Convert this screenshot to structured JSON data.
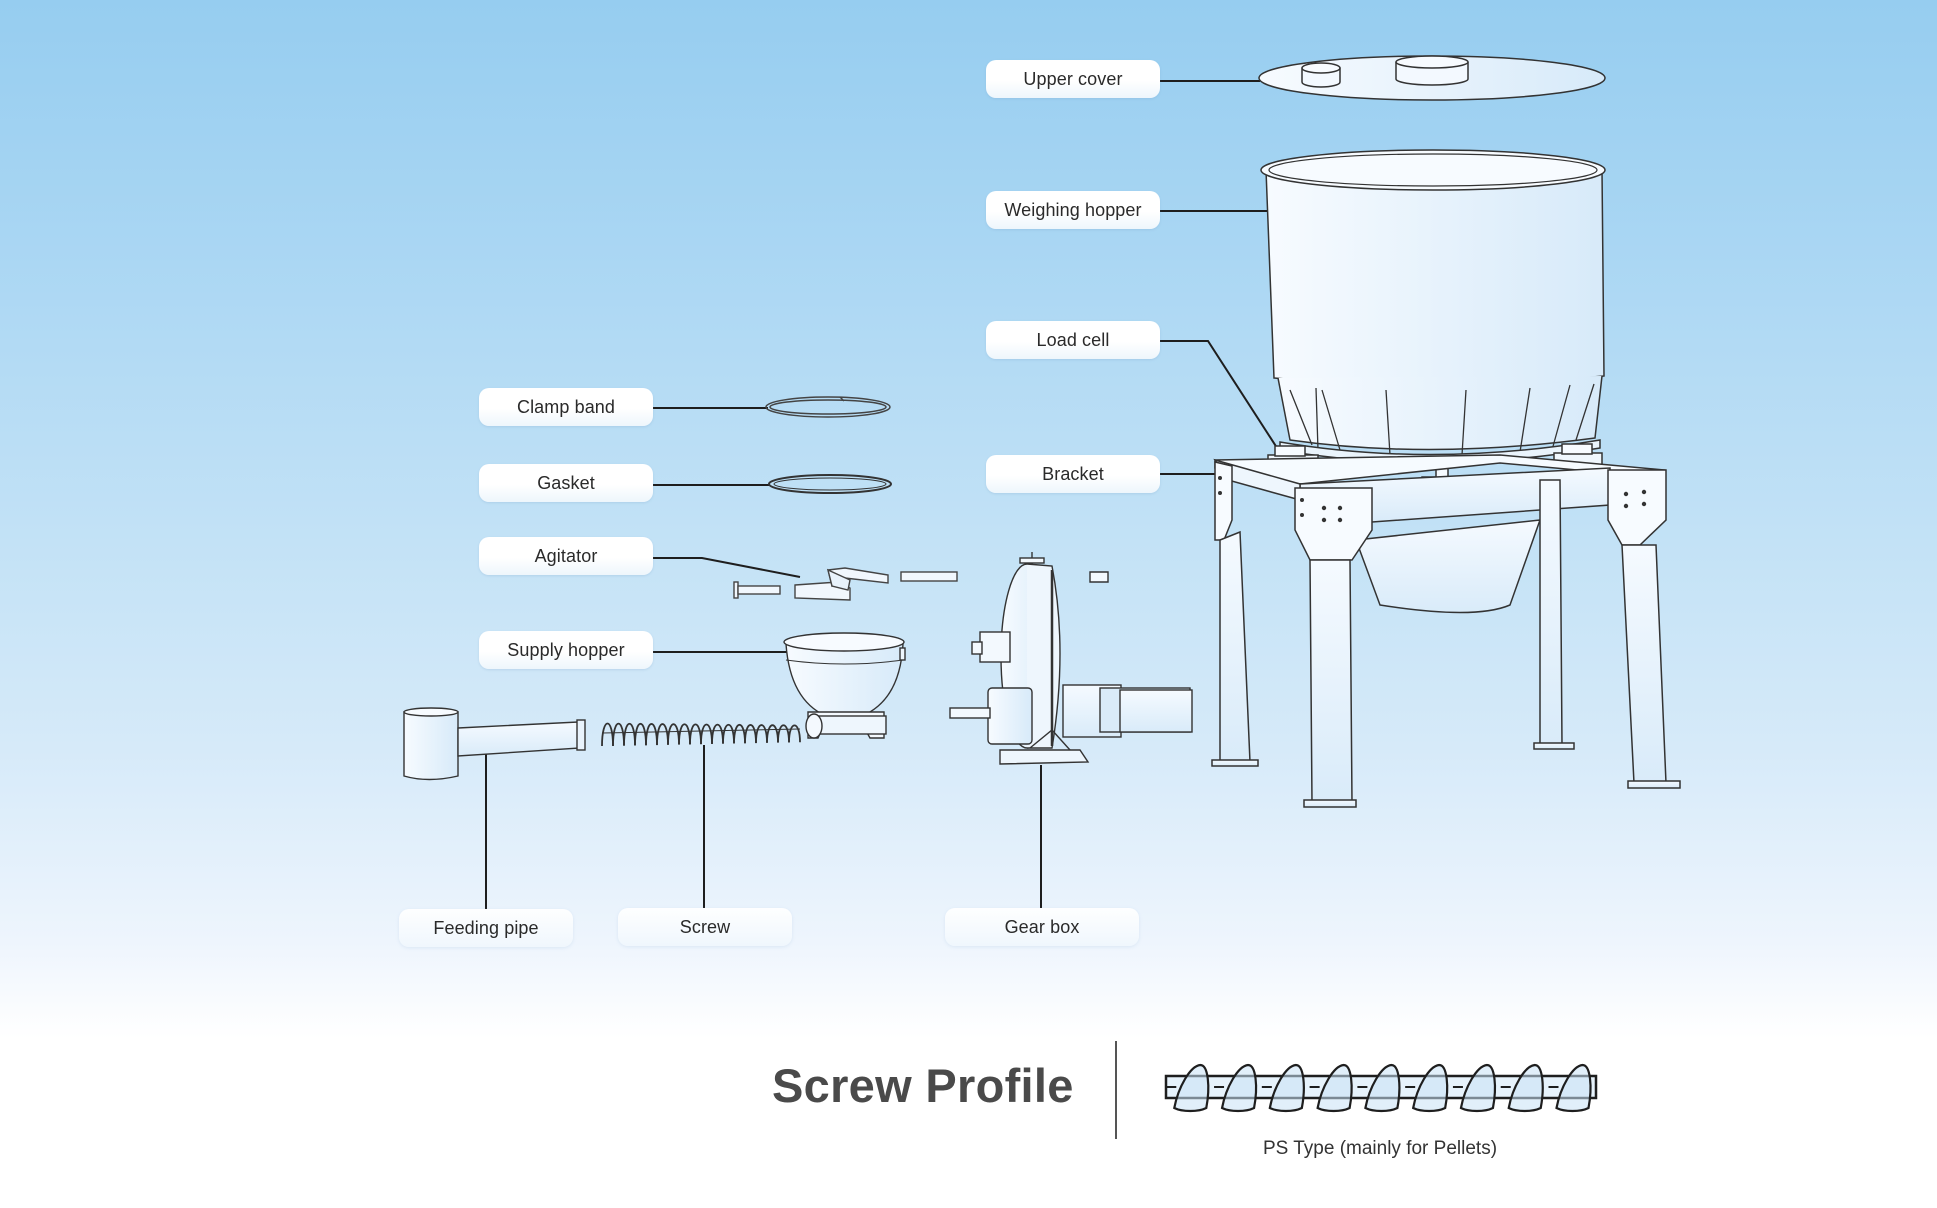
{
  "diagram": {
    "colors": {
      "sky_top": "#96cdf0",
      "sky_bottom": "#ffffff",
      "line": "#1e1e1e",
      "part_fill": "#eef6fd"
    },
    "labels": {
      "upper_cover": "Upper cover",
      "weighing_hopper": "Weighing hopper",
      "load_cell": "Load cell",
      "bracket": "Bracket",
      "clamp_band": "Clamp band",
      "gasket": "Gasket",
      "agitator": "Agitator",
      "supply_hopper": "Supply hopper",
      "feeding_pipe": "Feeding pipe",
      "screw": "Screw",
      "gear_box": "Gear box"
    }
  },
  "screw_profile": {
    "title": "Screw Profile",
    "type_caption": "PS Type (mainly for Pellets)",
    "flight_count": 9
  }
}
